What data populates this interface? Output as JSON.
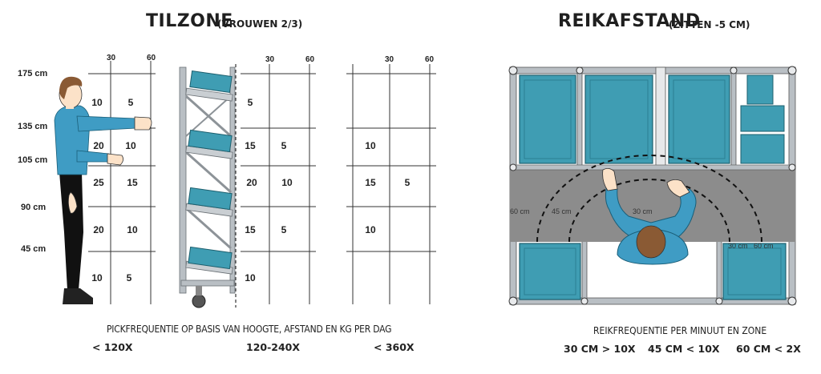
{
  "left": {
    "title": "TILZONE",
    "subtitle": "(VROUWEN 2/3)",
    "height_labels": [
      "175 cm",
      "135 cm",
      "105 cm",
      "90 cm",
      "45 cm"
    ],
    "distance_labels": [
      "30",
      "60"
    ],
    "grids": [
      {
        "rows": [
          [
            "10",
            "5"
          ],
          [
            "20",
            "10"
          ],
          [
            "25",
            "15"
          ],
          [
            "20",
            "10"
          ],
          [
            "10",
            "5"
          ]
        ]
      },
      {
        "rows": [
          [
            "5",
            ""
          ],
          [
            "15",
            "5"
          ],
          [
            "20",
            "10"
          ],
          [
            "15",
            "5"
          ],
          [
            "10",
            ""
          ]
        ]
      },
      {
        "rows": [
          [
            "",
            ""
          ],
          [
            "10",
            ""
          ],
          [
            "15",
            "5"
          ],
          [
            "10",
            ""
          ],
          [
            "",
            ""
          ]
        ]
      }
    ],
    "caption": "PICKFREQUENTIE OP BASIS VAN HOOGTE, AFSTAND EN KG PER DAG",
    "frequencies": [
      "< 120X",
      "120-240X",
      "< 360X"
    ]
  },
  "right": {
    "title": "REIKAFSTAND",
    "subtitle": "(ZITTEN -5 CM)",
    "distance_labels": {
      "left_outer": "60 cm",
      "left_middle": "45 cm",
      "center": "30 cm",
      "right_inner": "30 cm",
      "right_outer": "60 cm"
    },
    "caption": "REIKFREQUENTIE PER MINUUT EN ZONE",
    "frequencies": [
      "30 CM > 10X",
      "45 CM < 10X",
      "60 CM < 2X"
    ]
  },
  "colors": {
    "bin_teal": "#3f9db3",
    "worker_shirt": "#3f9cc4",
    "table_gray": "#8c8c8c",
    "frame_gray": "#b9bfc4"
  }
}
